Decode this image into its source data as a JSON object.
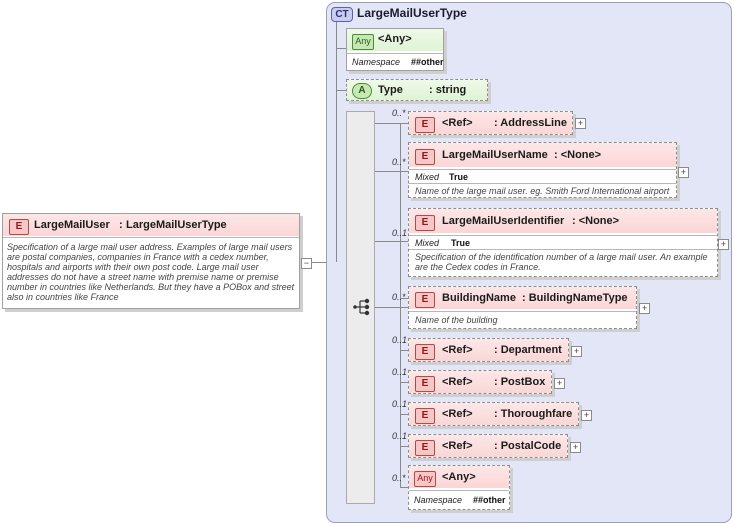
{
  "root": {
    "badge": "E",
    "name": "LargeMailUser",
    "type": "LargeMailUserType",
    "separator": ":",
    "doc": "Specification of a large mail user address. Examples of large mail users are postal companies, companies in France with a cedex number, hospitals and airports with their own post code. Large mail user addresses do not have a street name with premise name or premise number in countries like Netherlands. But they have a POBox and street also in countries like France",
    "collapse": "−"
  },
  "complex_type": {
    "badge": "CT",
    "name": "LargeMailUserType"
  },
  "any_top": {
    "badge": "Any",
    "label": "<Any>",
    "prop_key": "Namespace",
    "prop_val": "##other"
  },
  "attribute": {
    "badge": "A",
    "name": "Type",
    "type": ": string"
  },
  "children": [
    {
      "occ": "0..*",
      "badge": "E",
      "ref": "<Ref>",
      "name": ": AddressLine"
    },
    {
      "occ": "0..*",
      "badge": "E",
      "name": "LargeMailUserName",
      "type": ": <None>",
      "prop_key": "Mixed",
      "prop_val": "True",
      "doc": "Name of the large mail user. eg. Smith Ford International airport"
    },
    {
      "occ": "0..1",
      "badge": "E",
      "name": "LargeMailUserIdentifier",
      "type": ": <None>",
      "prop_key": "Mixed",
      "prop_val": "True",
      "doc": "Specification of the identification number of a large mail user. An example are the Cedex codes in France."
    },
    {
      "occ": "0..*",
      "badge": "E",
      "name": "BuildingName",
      "type": ": BuildingNameType",
      "doc": "Name of the building"
    },
    {
      "occ": "0..1",
      "badge": "E",
      "ref": "<Ref>",
      "name": ": Department"
    },
    {
      "occ": "0..1",
      "badge": "E",
      "ref": "<Ref>",
      "name": ": PostBox"
    },
    {
      "occ": "0..1",
      "badge": "E",
      "ref": "<Ref>",
      "name": ": Thoroughfare"
    },
    {
      "occ": "0..1",
      "badge": "E",
      "ref": "<Ref>",
      "name": ": PostalCode"
    },
    {
      "occ": "0..*",
      "badge": "Any",
      "label": "<Any>",
      "prop_key": "Namespace",
      "prop_val": "##other"
    }
  ],
  "expand_symbol": "+",
  "colors": {
    "element_header": "#fbd6d6",
    "any_header": "#dff3d5",
    "complex_type_bg": "#e3e6f7"
  }
}
